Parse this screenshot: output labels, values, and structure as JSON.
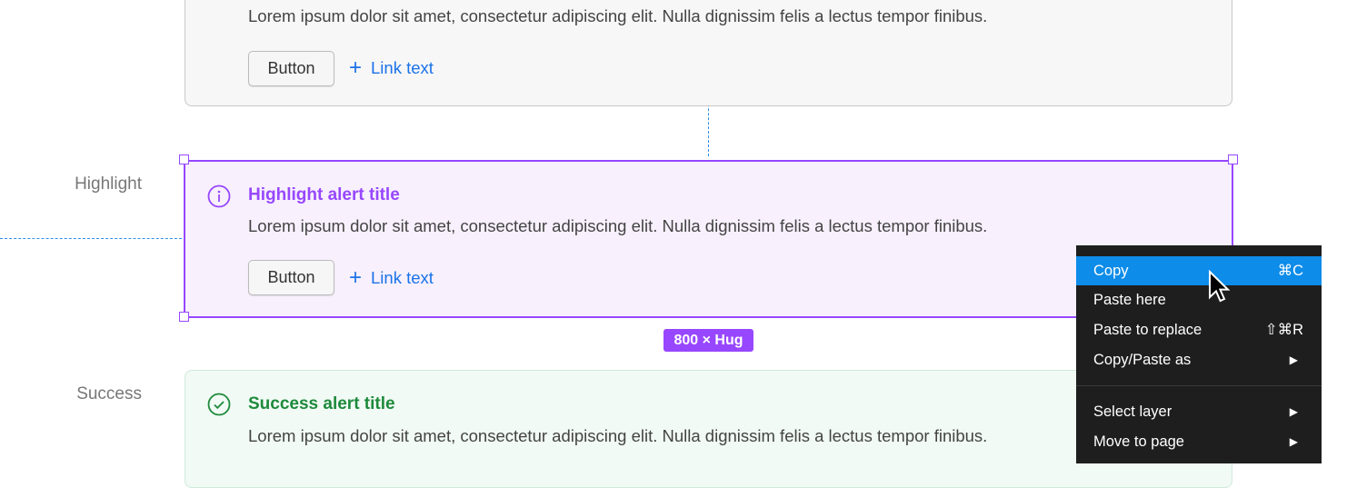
{
  "colors": {
    "highlight": "#9747ff",
    "success": "#1e8a3c",
    "link": "#1a73e8",
    "menu_bg": "#1e1e1e",
    "menu_active": "#0d8ce9",
    "guide": "#2d8ce8"
  },
  "alerts": [
    {
      "variant": "neutral",
      "label": "",
      "title": "",
      "body": "Lorem ipsum dolor sit amet, consectetur adipiscing elit. Nulla dignissim felis a lectus tempor finibus.",
      "button": "Button",
      "link": "Link text"
    },
    {
      "variant": "highlight",
      "label": "Highlight",
      "title": "Highlight alert title",
      "icon": "info-circle-icon",
      "body": "Lorem ipsum dolor sit amet, consectetur adipiscing elit. Nulla dignissim felis a lectus tempor finibus.",
      "button": "Button",
      "link": "Link text"
    },
    {
      "variant": "success",
      "label": "Success",
      "title": "Success alert title",
      "icon": "check-circle-icon",
      "body": "Lorem ipsum dolor sit amet, consectetur adipiscing elit. Nulla dignissim felis a lectus tempor finibus."
    }
  ],
  "selection": {
    "size_badge": "800 × Hug"
  },
  "context_menu": {
    "items": [
      {
        "label": "Copy",
        "shortcut": "⌘C",
        "active": true
      },
      {
        "label": "Paste here",
        "shortcut": ""
      },
      {
        "label": "Paste to replace",
        "shortcut": "⇧⌘R"
      },
      {
        "label": "Copy/Paste as",
        "shortcut": "▶"
      },
      {
        "label": "Select layer",
        "shortcut": "▶"
      },
      {
        "label": "Move to page",
        "shortcut": "▶"
      }
    ]
  }
}
